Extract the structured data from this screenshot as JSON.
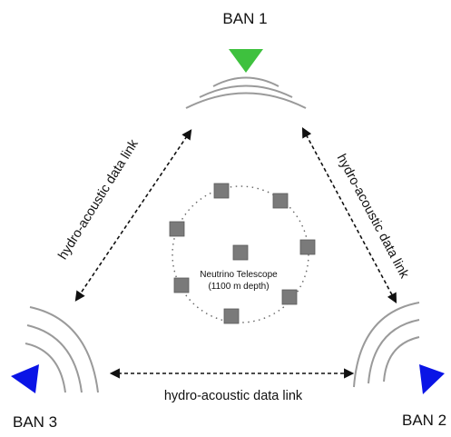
{
  "bans": [
    {
      "label": "BAN 1",
      "color": "#3ec13e"
    },
    {
      "label": "BAN 2",
      "color": "#0a14e6"
    },
    {
      "label": "BAN 3",
      "color": "#0a14e6"
    }
  ],
  "links": [
    {
      "label": "hydro-acoustic data link"
    },
    {
      "label": "hydro-acoustic data link"
    },
    {
      "label": "hydro-acoustic data link"
    }
  ],
  "telescope": {
    "line1": "Neutrino Telescope",
    "line2": "(1100 m depth)"
  },
  "colors": {
    "arc": "#9a9a9a",
    "module": "#7a7a7a",
    "arrow": "#111111"
  }
}
